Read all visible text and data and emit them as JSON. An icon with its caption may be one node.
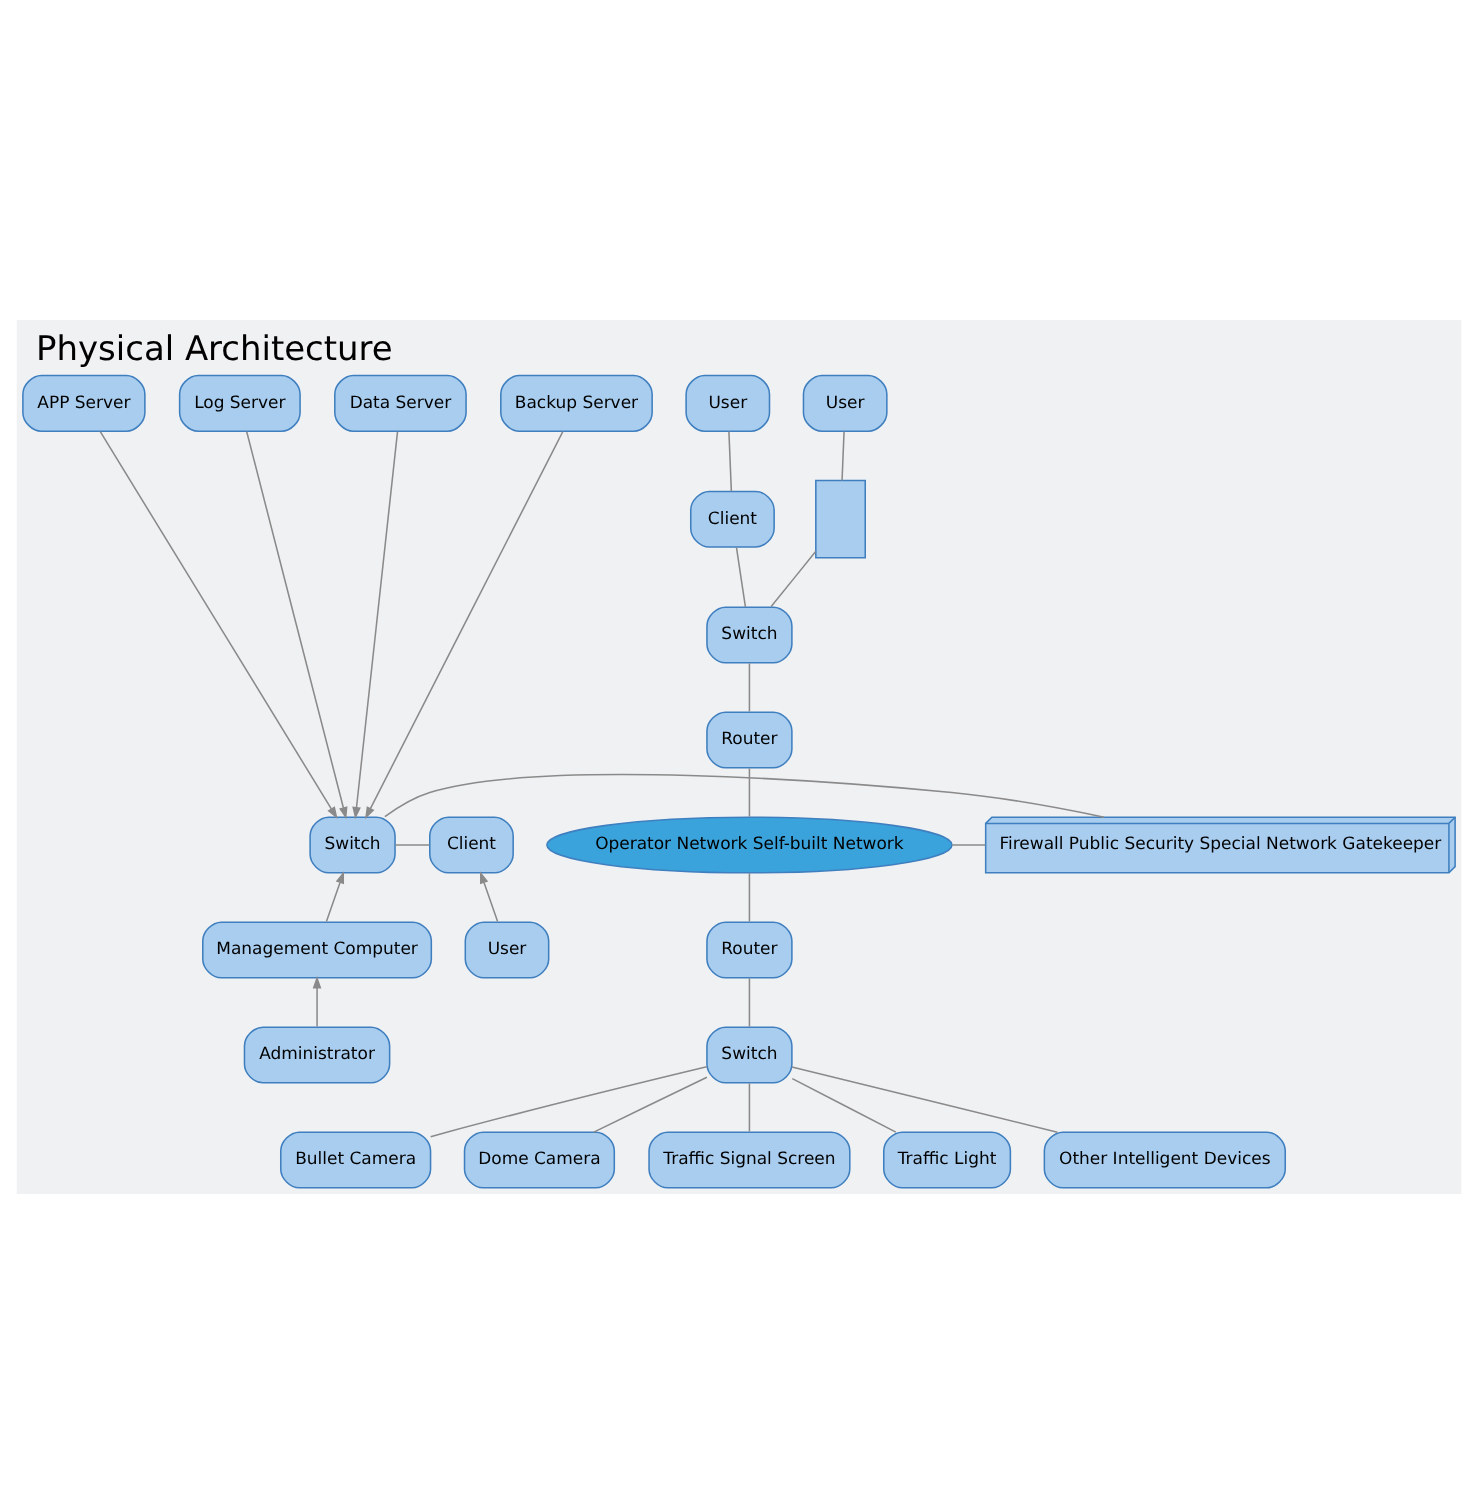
{
  "diagram": {
    "title": "Physical Architecture",
    "nodes": [
      {
        "text": [
          "User"
        ]
      },
      {
        "text": [
          "User"
        ]
      },
      {
        "text": [
          "Client"
        ]
      },
      {
        "text": [],
        "shape": "box"
      },
      {
        "text": [
          "Switch"
        ]
      },
      {
        "text": [
          "Router"
        ]
      },
      {
        "text": [
          "Operator Network Self-built Network"
        ]
      },
      {
        "text": [
          "APP Server"
        ]
      },
      {
        "text": [
          "Log Server"
        ]
      },
      {
        "text": [
          "Data Server"
        ]
      },
      {
        "text": [
          "Backup Server"
        ]
      },
      {
        "text": [
          "Client"
        ]
      },
      {
        "text": [
          "Switch"
        ]
      },
      {
        "text": [
          "Firewall Public Security Special Network Gatekeeper"
        ]
      },
      {
        "text": [
          "User"
        ]
      },
      {
        "text": [
          "Management Computer"
        ]
      },
      {
        "text": [
          "Administrator"
        ]
      },
      {
        "text": [
          "Router"
        ]
      },
      {
        "text": [
          "Switch"
        ]
      },
      {
        "text": [
          "Bullet Camera"
        ]
      },
      {
        "text": [
          "Dome Camera"
        ]
      },
      {
        "text": [
          "Traffic Signal Screen"
        ]
      },
      {
        "text": [
          "Traffic Light"
        ]
      },
      {
        "text": [
          "Other Intelligent Devices"
        ]
      }
    ],
    "edges": [
      {
        "from": 0,
        "to": 2,
        "arrow": "none"
      },
      {
        "from": 1,
        "to": 3,
        "arrow": "none"
      },
      {
        "from": 2,
        "to": 4,
        "arrow": "none"
      },
      {
        "from": 3,
        "to": 4,
        "arrow": "none"
      },
      {
        "from": 4,
        "to": 5,
        "arrow": "none"
      },
      {
        "from": 5,
        "to": 6,
        "arrow": "none"
      },
      {
        "from": 7,
        "to": 12,
        "arrow": "to"
      },
      {
        "from": 8,
        "to": 12,
        "arrow": "to"
      },
      {
        "from": 9,
        "to": 12,
        "arrow": "to"
      },
      {
        "from": 10,
        "to": 12,
        "arrow": "to"
      },
      {
        "from": 11,
        "to": 12,
        "arrow": "none"
      },
      {
        "from": 12,
        "to": 13,
        "arrow": "none"
      },
      {
        "from": 13,
        "to": 6,
        "arrow": "none"
      },
      {
        "from": 14,
        "to": 11,
        "arrow": "to"
      },
      {
        "from": 15,
        "to": 12,
        "arrow": "to"
      },
      {
        "from": 16,
        "to": 15,
        "arrow": "to"
      },
      {
        "from": 6,
        "to": 17,
        "arrow": "none"
      },
      {
        "from": 17,
        "to": 18,
        "arrow": "none"
      },
      {
        "from": 18,
        "to": 19,
        "arrow": "none"
      },
      {
        "from": 18,
        "to": 20,
        "arrow": "none"
      },
      {
        "from": 18,
        "to": 21,
        "arrow": "none"
      },
      {
        "from": 18,
        "to": 22,
        "arrow": "none"
      },
      {
        "from": 18,
        "to": 23,
        "arrow": "none"
      }
    ]
  }
}
